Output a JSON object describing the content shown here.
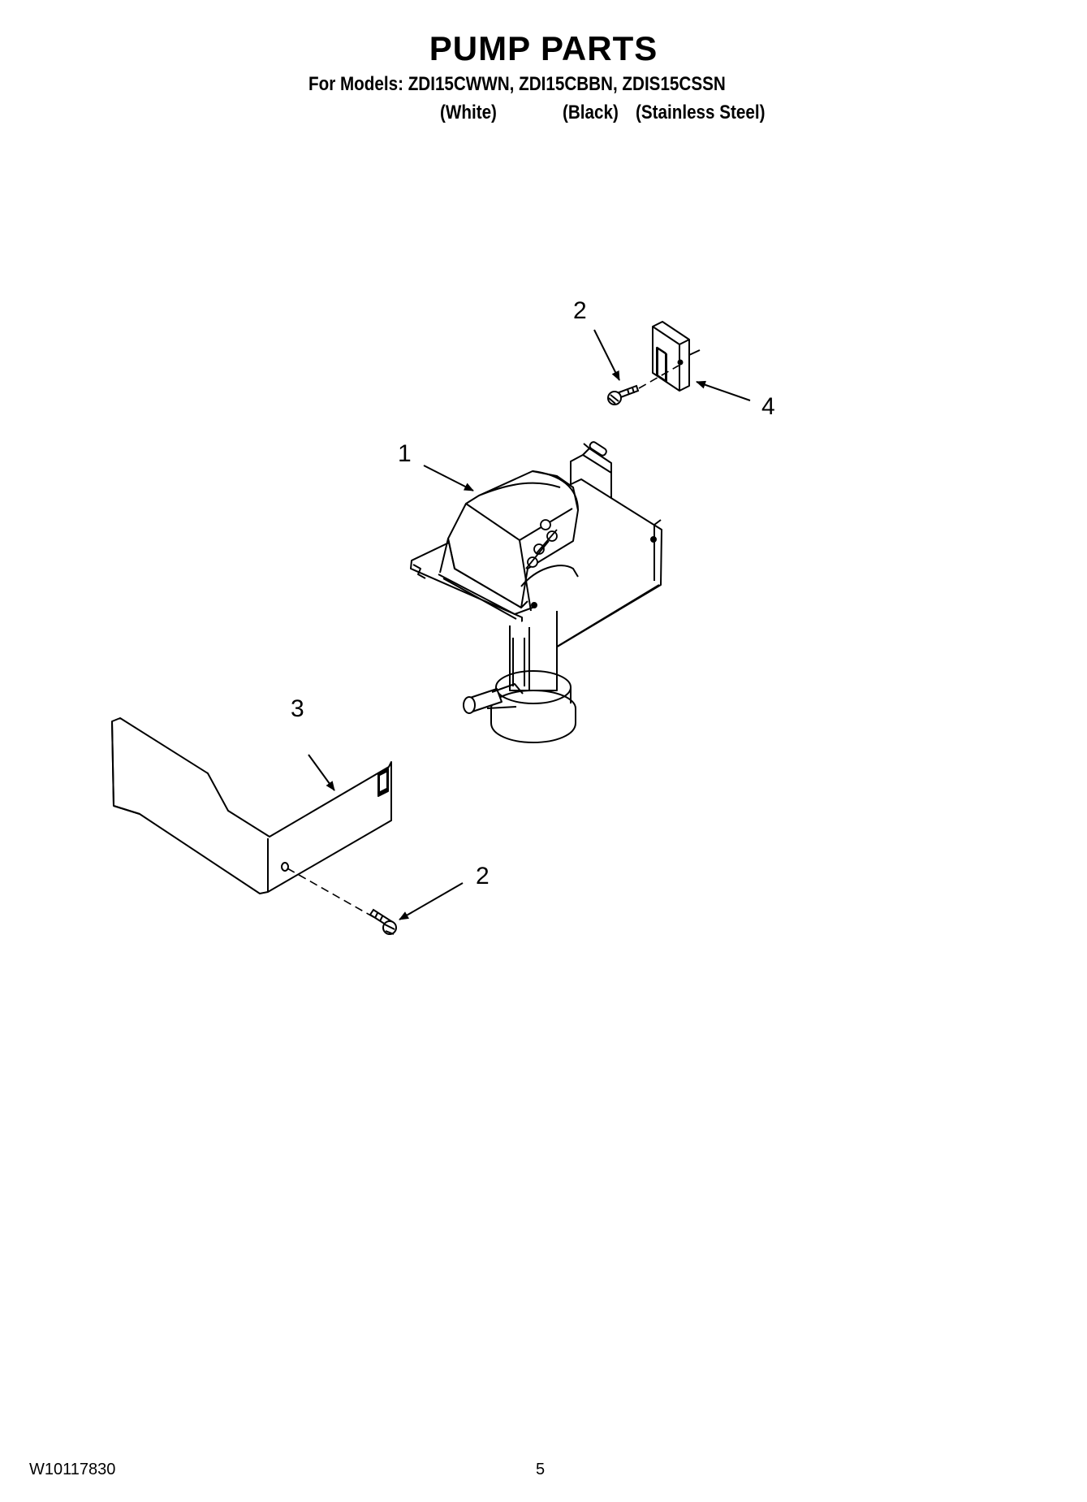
{
  "header": {
    "title": "PUMP PARTS",
    "models_line": "For Models: ZDI15CWWN, ZDI15CBBN, ZDIS15CSSN",
    "finishes": [
      "(White)",
      "(Black)",
      "(Stainless Steel)"
    ]
  },
  "diagram": {
    "callouts": [
      "1",
      "2",
      "2",
      "3",
      "4"
    ],
    "parts": [
      "pump-assembly",
      "screw",
      "cover-panel",
      "bracket"
    ]
  },
  "footer": {
    "doc_number": "W10117830",
    "page_number": "5"
  }
}
